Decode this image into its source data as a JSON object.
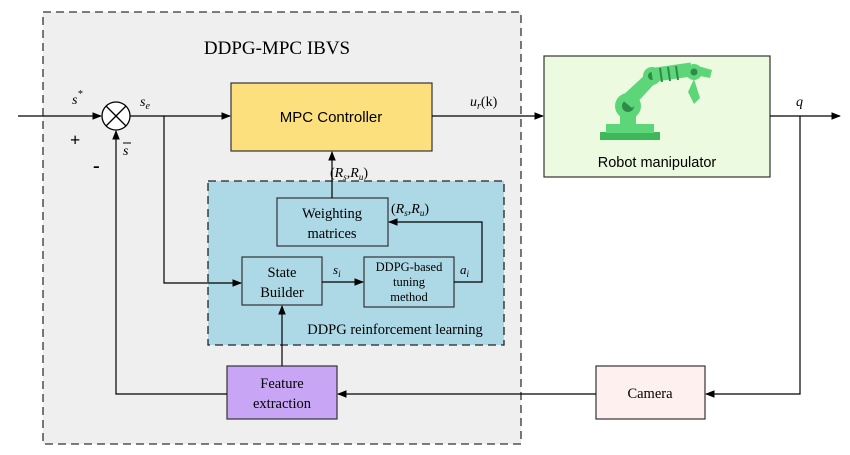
{
  "outer": {
    "title": "DDPG-MPC IBVS"
  },
  "signals": {
    "s_star": "s",
    "s_star_sup": "*",
    "s_e": "s",
    "s_e_sub": "e",
    "s_bar": "s",
    "plus": "+",
    "minus": "-",
    "u_label": "u",
    "u_sub": "r",
    "u_arg": "(k)",
    "q": "q",
    "s_i": "s",
    "s_i_sub": "i",
    "a_i": "a",
    "a_i_sub": "i",
    "rs_ru_top": {
      "open": "(",
      "R1": "R",
      "sub1": "s",
      "comma": ",",
      "R2": "R",
      "sub2": "u",
      "close": ")"
    },
    "rs_ru_inner": {
      "open": "(",
      "R1": "R",
      "sub1": "s",
      "comma": ",",
      "R2": "R",
      "sub2": "u",
      "close": ")"
    }
  },
  "blocks": {
    "mpc": {
      "label": "MPC Controller",
      "color": "#fce07e"
    },
    "robot": {
      "label": "Robot manipulator",
      "color": "#ecfae0"
    },
    "weighting": {
      "line1": "Weighting",
      "line2": "matrices"
    },
    "state_builder": {
      "line1": "State",
      "line2": "Builder"
    },
    "ddpg_tuning": {
      "line1": "DDPG-based",
      "line2": "tuning",
      "line3": "method"
    },
    "rl_region": {
      "label": "DDPG reinforcement learning",
      "color": "#add8e6"
    },
    "feature": {
      "line1": "Feature",
      "line2": "extraction",
      "color": "#c8a6f5"
    },
    "camera": {
      "label": "Camera",
      "color": "#fdf0ee"
    }
  },
  "colors": {
    "outer_bg": "#efefef",
    "arm_green": "#5dd67a",
    "arm_dark": "#2f8a47"
  }
}
